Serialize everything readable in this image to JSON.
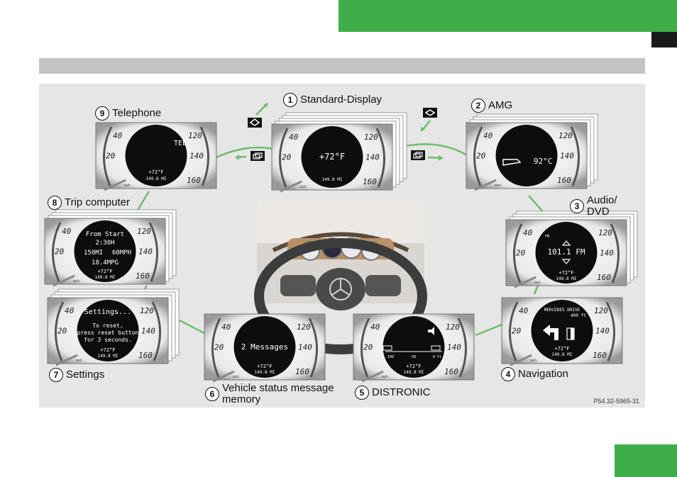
{
  "header": {
    "accent_color": "#3fae49"
  },
  "diagram": {
    "reference_code": "P54.32-5965-31",
    "labels": {
      "standard": {
        "num": "1",
        "text": "Standard-Display"
      },
      "amg": {
        "num": "2",
        "text": "AMG"
      },
      "audio": {
        "num": "3",
        "line1": "Audio/",
        "line2": "DVD"
      },
      "navigation": {
        "num": "4",
        "text": "Navigation"
      },
      "distronic": {
        "num": "5",
        "text": "DISTRONIC"
      },
      "vehicle": {
        "num": "6",
        "line1": "Vehicle status message",
        "line2": "memory"
      },
      "settings": {
        "num": "7",
        "text": "Settings"
      },
      "trip": {
        "num": "8",
        "text": "Trip computer"
      },
      "telephone": {
        "num": "9",
        "text": "Telephone"
      }
    },
    "gauge_ticks": {
      "t40": "40",
      "t20": "20",
      "t120": "120",
      "t140": "140",
      "t160": "160",
      "unit": "mph"
    },
    "screens": {
      "telephone": {
        "title": "TEL",
        "temp": "+72°F",
        "odo": "149.8 MI"
      },
      "standard": {
        "temp": "+72°F",
        "odo": "149.8 MI"
      },
      "amg": {
        "oil_temp": "92°C"
      },
      "trip": {
        "l1": "From Start",
        "l2": "2:30H",
        "l3a": "150MI",
        "l3b": "60MPH",
        "l4": "18.4MPG",
        "temp": "+72°F",
        "odo": "149.8 MI"
      },
      "audio": {
        "band": "FM",
        "freq": "101.1 FM",
        "temp": "+72°F",
        "odo": "149.8 MI"
      },
      "settings": {
        "l1": "Settings...",
        "l2": "To reset,",
        "l3": "press reset button",
        "l4": "for 3 seconds.",
        "temp": "+72°F",
        "odo": "149.8 MI"
      },
      "vehicle": {
        "msg": "2 Messages",
        "temp": "+72°F",
        "odo": "149.8 MI"
      },
      "distronic": {
        "s1": "100",
        "s2": "50",
        "s3": "0 ft",
        "temp": "+72°F",
        "odo": "149.8 MI"
      },
      "navigation": {
        "route": "MERCEDES DRIVE",
        "dist": "400 ft",
        "temp": "+72°F",
        "odo": "149.8 MI"
      }
    }
  }
}
